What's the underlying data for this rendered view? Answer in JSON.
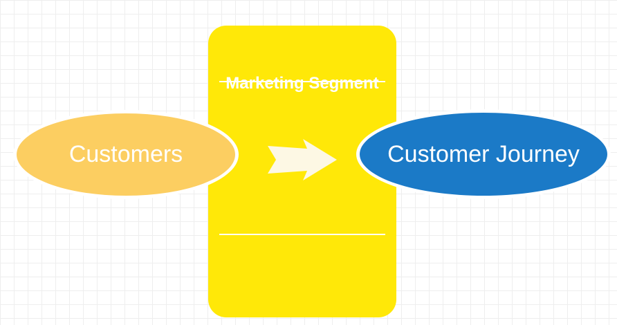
{
  "diagram": {
    "segment": {
      "title": "Marketing Segment",
      "color": "#ffe808"
    },
    "source": {
      "label": "Customers",
      "color": "#fcce61"
    },
    "target": {
      "label": "Customer Journey",
      "color": "#1b7ac7"
    },
    "arrow": {
      "icon": "right-arrow-icon",
      "color": "#fdf8e4"
    },
    "background": "grid"
  }
}
